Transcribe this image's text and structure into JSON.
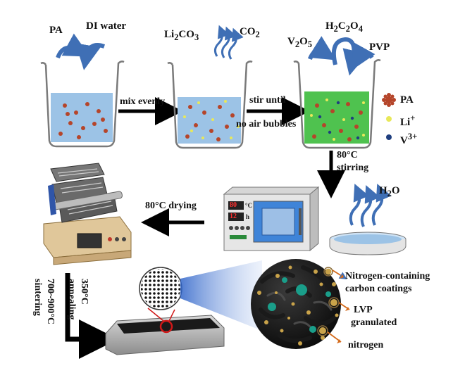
{
  "beaker1": {
    "reagent_a": "PA",
    "reagent_b": "DI water"
  },
  "beaker2": {
    "reagent_main": "Li",
    "reagent_sub1": "2",
    "reagent_tail": "CO",
    "reagent_sub2": "3",
    "gas_main": "CO",
    "gas_sub": "2"
  },
  "beaker3": {
    "v_main": "V",
    "v_sub1": "2",
    "v_tail": "O",
    "v_sub2": "5",
    "ox_h": "H",
    "ox_sub1": "2",
    "ox_c": "C",
    "ox_sub2": "2",
    "ox_o": "O",
    "ox_sub3": "4",
    "binder": "PVP"
  },
  "steps": {
    "mix": "mix  evenly",
    "stir_line1": "stir until",
    "stir_line2": "no air bubbles",
    "heat_line1": "80°C",
    "heat_line2": "stirring",
    "drying": "80°C drying",
    "anneal_line1": "350°C",
    "anneal_line2": "annealing",
    "sinter_line1": "700~900°C",
    "sinter_line2": "sintering"
  },
  "legend": {
    "pa": "PA",
    "li_main": "Li",
    "li_sup": "+",
    "v_main": "V",
    "v_sup": "3+"
  },
  "evaporation": {
    "water_main": "H",
    "water_sub": "2",
    "water_tail": "O"
  },
  "oven_display": {
    "temp": "80",
    "temp_unit": "°C",
    "time": "12",
    "time_unit": "h"
  },
  "product": {
    "coating_line1": "Nitrogen-containing",
    "coating_line2": "carbon  coatings",
    "lvp_line1": "LVP",
    "lvp_line2": "granulated",
    "nitrogen": "nitrogen"
  },
  "colors": {
    "water_blue": "#9cc3e6",
    "solution_green": "#4fc24f",
    "arrow_blue": "#3f6fb5",
    "li_yellow": "#e8e85a",
    "v_navy": "#1f3f7f",
    "pa_red": "#b5452a",
    "ring_red": "#d01818",
    "particle_teal": "#1a9e8a",
    "particle_gold": "#c9a34a"
  }
}
